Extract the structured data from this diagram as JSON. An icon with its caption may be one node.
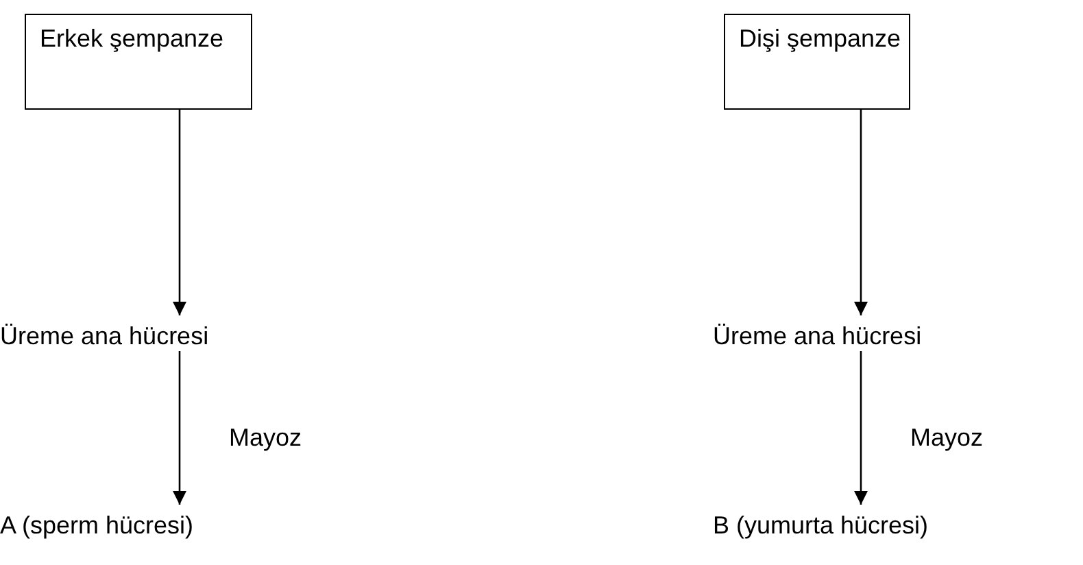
{
  "diagram": {
    "nodes": [
      {
        "text": [
          "Erkek şempanze"
        ]
      },
      {
        "text": [
          "Üreme ana hücresi"
        ]
      },
      {
        "text": [
          "A (sperm hücresi)"
        ]
      },
      {
        "text": [
          "Dişi şempanze"
        ]
      },
      {
        "text": [
          "Üreme ana hücresi"
        ]
      },
      {
        "text": [
          "B (yumurta hücresi)"
        ]
      }
    ],
    "edges": [
      {
        "from": 0,
        "to": 1,
        "arrow": "to"
      },
      {
        "from": 1,
        "to": 2,
        "arrow": "to",
        "label": "Mayoz"
      },
      {
        "from": 3,
        "to": 4,
        "arrow": "to"
      },
      {
        "from": 4,
        "to": 5,
        "arrow": "to",
        "label": "Mayoz"
      }
    ]
  }
}
